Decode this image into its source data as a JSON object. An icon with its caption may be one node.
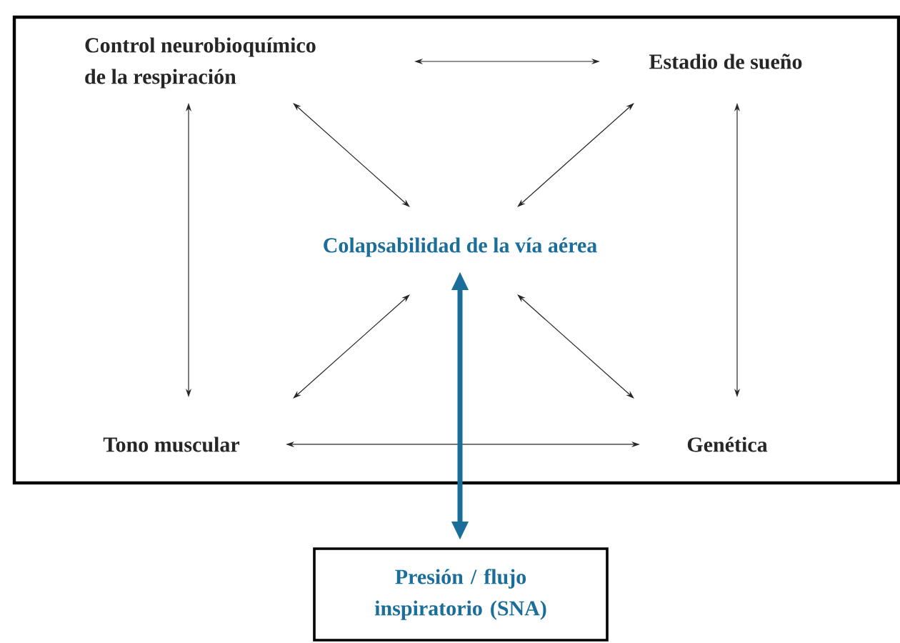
{
  "diagram": {
    "nodes": [
      {
        "text": [],
        "shape": "box"
      },
      {
        "text": [
          "Control neurobioquímico de la respiración"
        ],
        "in": 0
      },
      {
        "text": [
          "Estadio de sueño"
        ],
        "in": 0
      },
      {
        "text": [
          "Colapsabilidad de la vía aérea"
        ],
        "in": 0
      },
      {
        "text": [
          "Tono muscular"
        ],
        "in": 0
      },
      {
        "text": [
          "Genética"
        ],
        "in": 0
      },
      {
        "text": [
          "Presión / flujo inspiratorio (SNA)"
        ]
      }
    ],
    "edges": [
      {
        "from": 1,
        "to": 2,
        "arrow": "both"
      },
      {
        "from": 1,
        "to": 3,
        "arrow": "both"
      },
      {
        "from": 2,
        "to": 3,
        "arrow": "both"
      },
      {
        "from": 1,
        "to": 4,
        "arrow": "both"
      },
      {
        "from": 2,
        "to": 5,
        "arrow": "both"
      },
      {
        "from": 4,
        "to": 3,
        "arrow": "both"
      },
      {
        "from": 5,
        "to": 3,
        "arrow": "both"
      },
      {
        "from": 4,
        "to": 5,
        "arrow": "both"
      },
      {
        "from": 3,
        "to": 6,
        "arrow": "both",
        "style": "thick",
        "color": "#1a6e99"
      }
    ]
  }
}
